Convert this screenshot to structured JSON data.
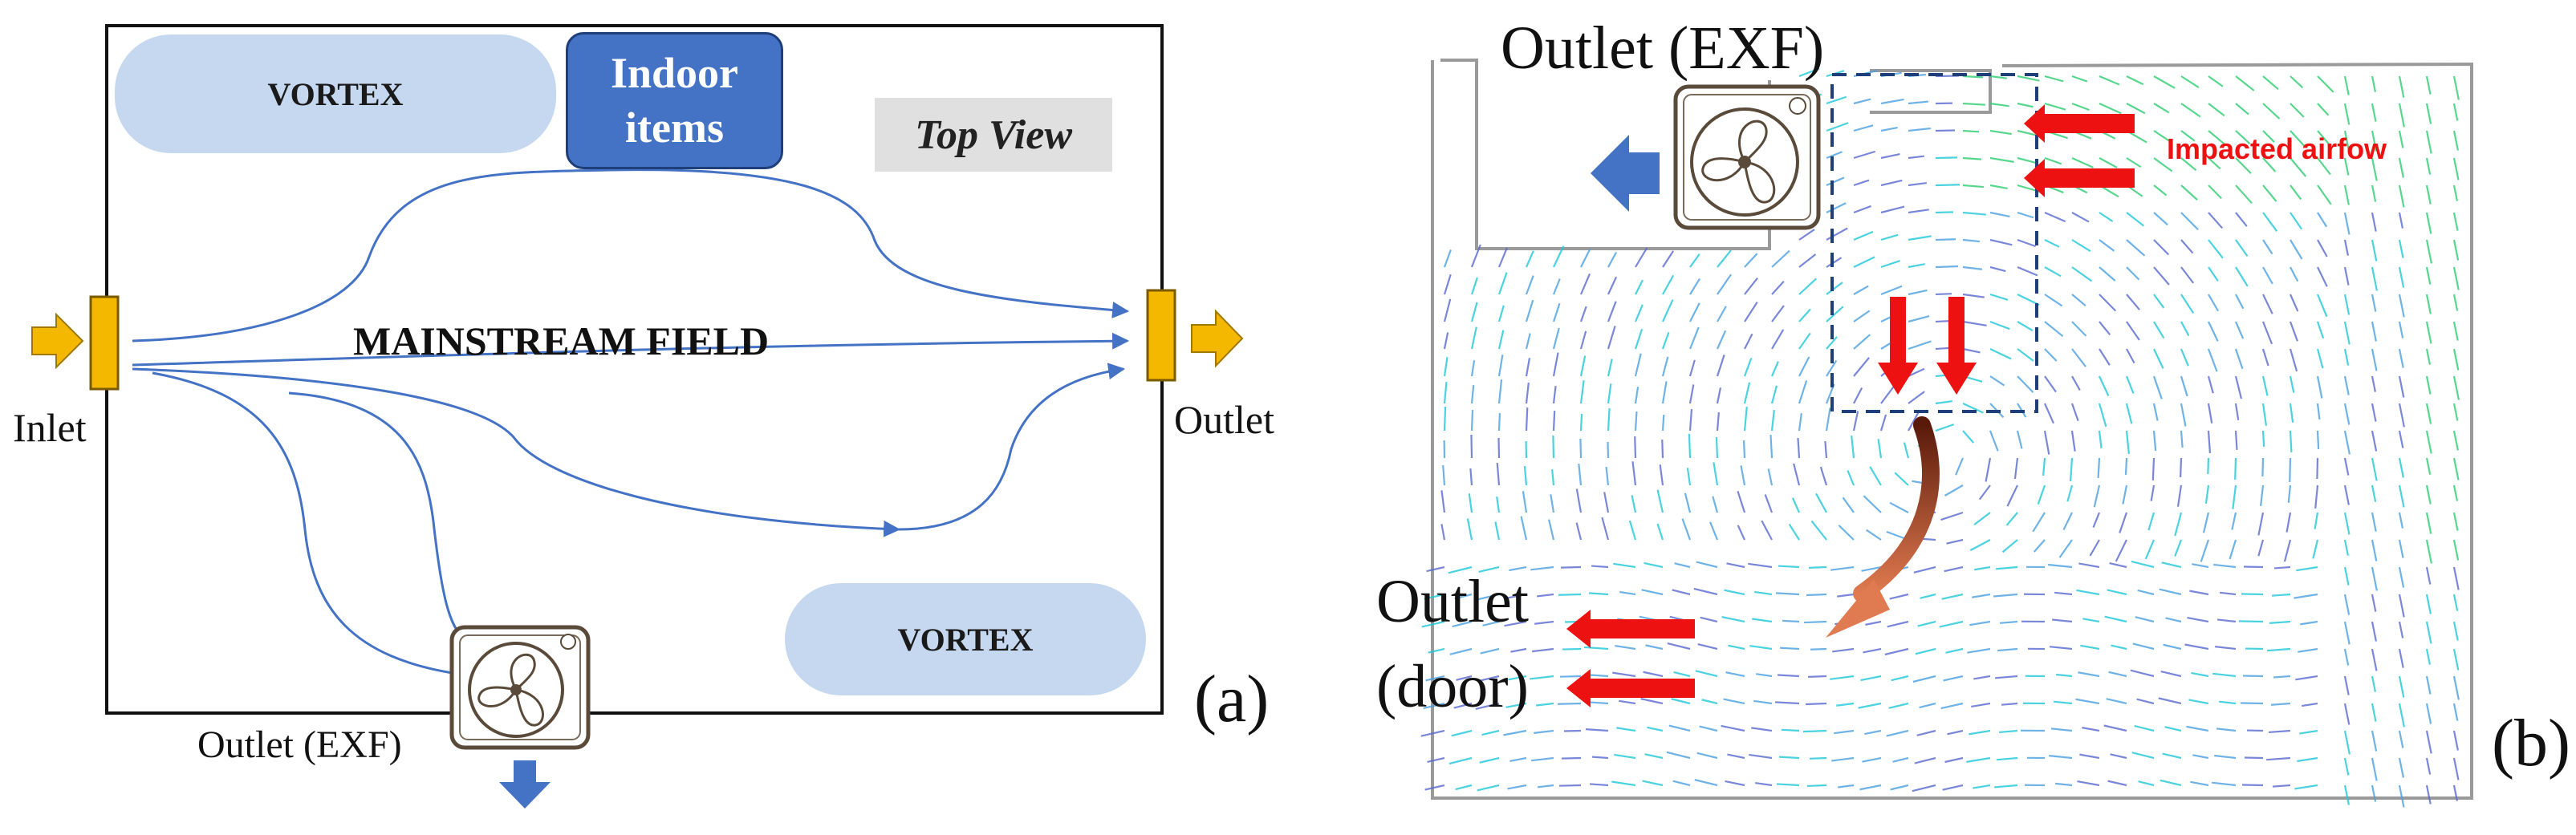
{
  "panel_a": {
    "vortex_top": "VORTEX",
    "indoor_items_line1": "Indoor",
    "indoor_items_line2": "items",
    "top_view": "Top View",
    "mainstream": "MAINSTREAM FIELD",
    "inlet": "Inlet",
    "outlet": "Outlet",
    "vortex_bottom": "VORTEX",
    "outlet_exf": "Outlet (EXF)",
    "panel_label": "(a)"
  },
  "panel_b": {
    "outlet_exf": "Outlet (EXF)",
    "impacted_airflow": "Impacted airfow",
    "outlet_door_line1": "Outlet",
    "outlet_door_line2": "(door)",
    "panel_label": "(b)"
  },
  "colors": {
    "stream_line": "#4472c4",
    "inlet_outlet_bar": "#f5b800",
    "red_arrow": "#ee1111",
    "vortex_fill": "#c5d8ef",
    "flow_vectors": [
      "#1fc8d8",
      "#4aa0e0",
      "#5a6ad0",
      "#2ecc71"
    ]
  }
}
